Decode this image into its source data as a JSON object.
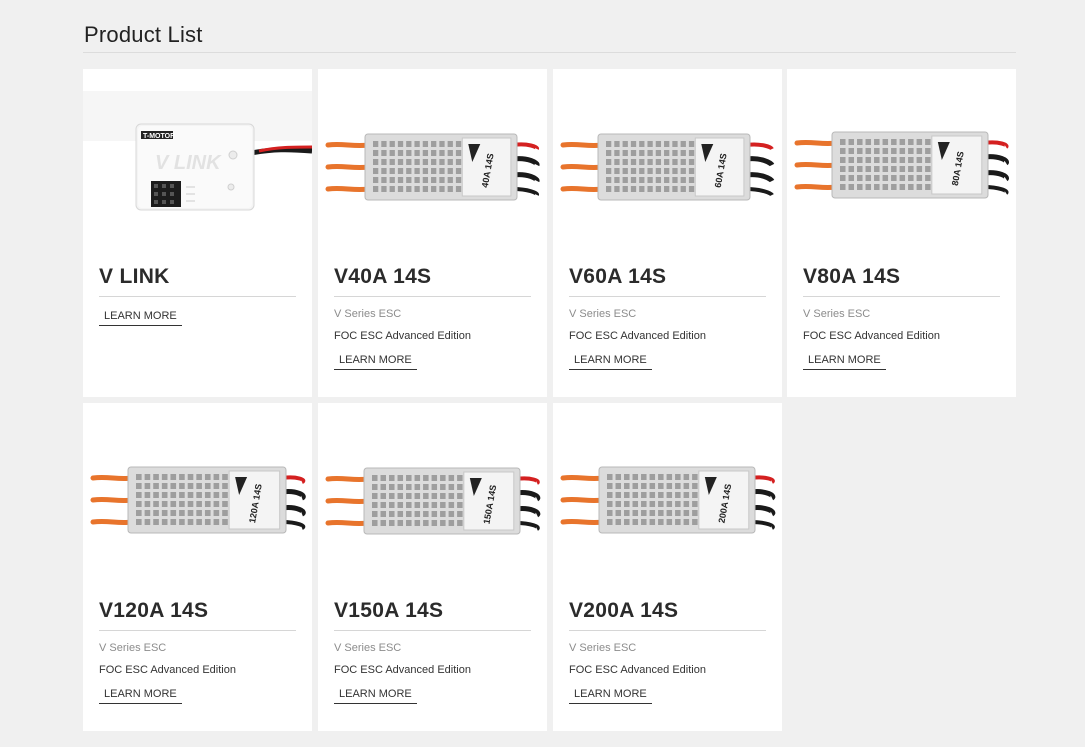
{
  "page": {
    "title": "Product List"
  },
  "products": [
    {
      "name": "V LINK",
      "series": "",
      "description": "",
      "learn_label": "LEARN MORE",
      "kind": "vlink"
    },
    {
      "name": "V40A 14S",
      "series": "V Series ESC",
      "description": "FOC ESC Advanced Edition",
      "learn_label": "LEARN MORE",
      "kind": "esc",
      "label": "40A 14S"
    },
    {
      "name": "V60A 14S",
      "series": "V Series ESC",
      "description": "FOC ESC Advanced Edition",
      "learn_label": "LEARN MORE",
      "kind": "esc",
      "label": "60A 14S"
    },
    {
      "name": "V80A 14S",
      "series": "V Series ESC",
      "description": "FOC ESC Advanced Edition",
      "learn_label": "LEARN MORE",
      "kind": "esc",
      "label": "80A 14S"
    },
    {
      "name": "V120A 14S",
      "series": "V Series ESC",
      "description": "FOC ESC Advanced Edition",
      "learn_label": "LEARN MORE",
      "kind": "esc",
      "label": "120A 14S"
    },
    {
      "name": "V150A 14S",
      "series": "V Series ESC",
      "description": "FOC ESC Advanced Edition",
      "learn_label": "LEARN MORE",
      "kind": "esc",
      "label": "150A 14S"
    },
    {
      "name": "V200A 14S",
      "series": "V Series ESC",
      "description": "FOC ESC Advanced Edition",
      "learn_label": "LEARN MORE",
      "kind": "esc",
      "label": "200A 14S"
    }
  ],
  "vlink": {
    "brand": "T-MOTOR",
    "logo": "V LINK"
  },
  "colors": {
    "wire_orange": "#e8742c",
    "wire_red": "#d42020",
    "wire_black": "#1a1a1a",
    "body_silver": "#dcdcdc"
  }
}
